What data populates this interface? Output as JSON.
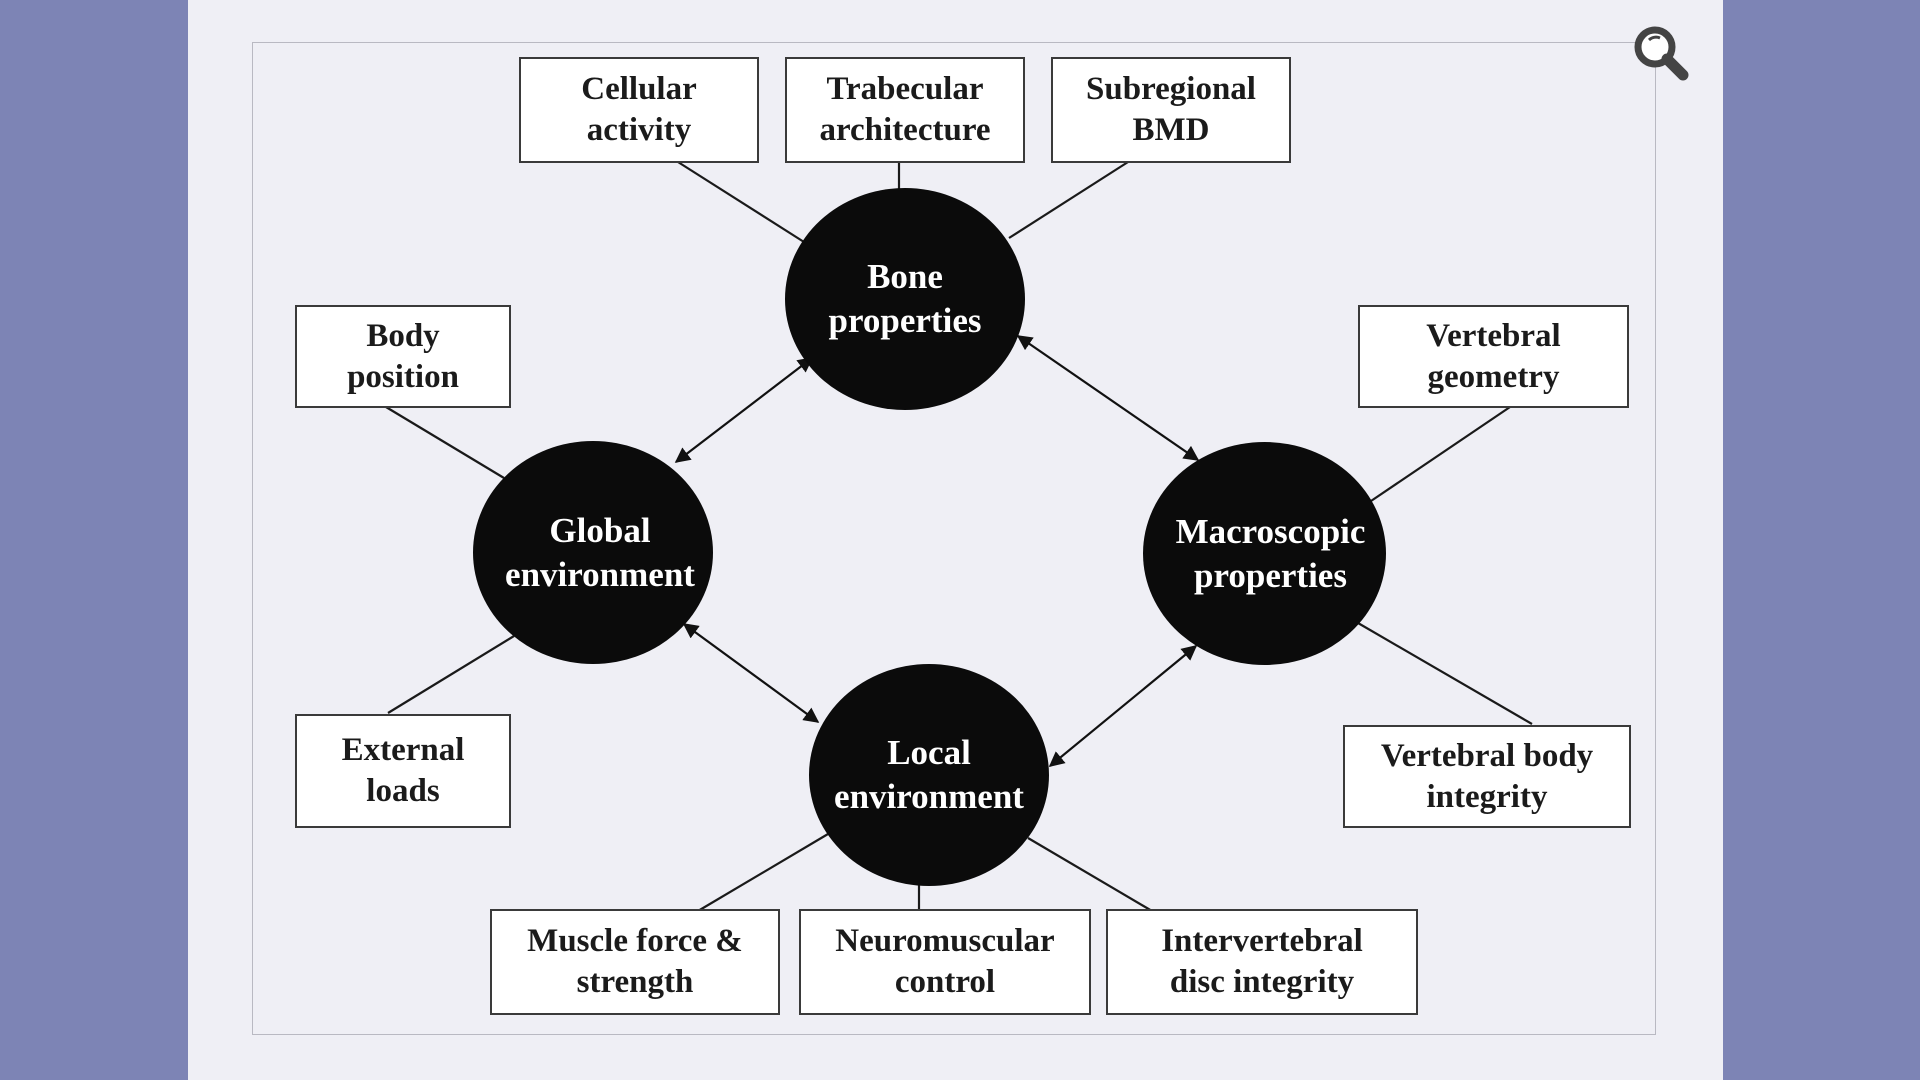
{
  "colors": {
    "background": "#7d84b5",
    "panel": "#efeff5",
    "node_fill": "#0b0b0b",
    "box_border": "#3a3a3a"
  },
  "toolbar": {
    "zoom_icon": "magnifier-icon"
  },
  "nodes": {
    "bone": "Bone\nproperties",
    "global": "Global\nenvironment",
    "macro": "Macroscopic\nproperties",
    "local": "Local\nenvironment"
  },
  "boxes": {
    "cellular": "Cellular\nactivity",
    "trabecular": "Trabecular\narchitecture",
    "subregional": "Subregional\nBMD",
    "body_position": "Body\nposition",
    "external_loads": "External\nloads",
    "vertebral_geometry": "Vertebral\ngeometry",
    "vertebral_body": "Vertebral body\nintegrity",
    "muscle": "Muscle force &\nstrength",
    "neuromuscular": "Neuromuscular\ncontrol",
    "intervertebral": "Intervertebral\ndisc integrity"
  }
}
